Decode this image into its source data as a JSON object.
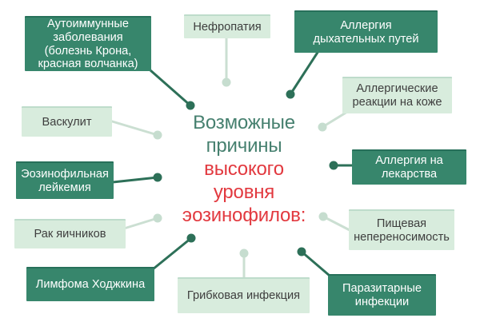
{
  "center": {
    "green": "Возможные\nпричины",
    "red": "высокого\nуровня\nэозинофилов:"
  },
  "nodes": [
    {
      "id": "autoimmune",
      "label": "Аутоиммунные\nзаболевания\n(болезнь Крона,\nкрасная волчанка)",
      "variant": "dark"
    },
    {
      "id": "nephropathy",
      "label": "Нефропатия",
      "variant": "light"
    },
    {
      "id": "respiratory-allergy",
      "label": "Аллергия\nдыхательных путей",
      "variant": "dark"
    },
    {
      "id": "skin-allergy",
      "label": "Аллергические\nреакции на коже",
      "variant": "light"
    },
    {
      "id": "drug-allergy",
      "label": "Аллергия на\nлекарства",
      "variant": "dark"
    },
    {
      "id": "food-intolerance",
      "label": "Пищевая\nнепереносимость",
      "variant": "light"
    },
    {
      "id": "parasitic-infections",
      "label": "Паразитарные\nинфекции",
      "variant": "dark"
    },
    {
      "id": "fungal-infection",
      "label": "Грибковая инфекция",
      "variant": "light"
    },
    {
      "id": "hodgkin-lymphoma",
      "label": "Лимфома Ходжкина",
      "variant": "dark"
    },
    {
      "id": "ovarian-cancer",
      "label": "Рак яичников",
      "variant": "light"
    },
    {
      "id": "eosinophilic-leukemia",
      "label": "Эозинофильная\nлейкемия",
      "variant": "dark"
    },
    {
      "id": "vasculitis",
      "label": "Васкулит",
      "variant": "light"
    }
  ],
  "colors": {
    "dark_box": "#37866c",
    "dark_box_top_border": "#27705a",
    "dark_box_text": "#ffffff",
    "light_box": "#d8ecdd",
    "light_box_top_border": "#bedccb",
    "light_box_text": "#3e3e3e",
    "center_green": "#46806f",
    "center_red": "#e2393f",
    "dark_connector": "#2d7058",
    "light_connector": "#cbdfd2",
    "light_dot": "#c6ddcf",
    "background": "#ffffff"
  }
}
